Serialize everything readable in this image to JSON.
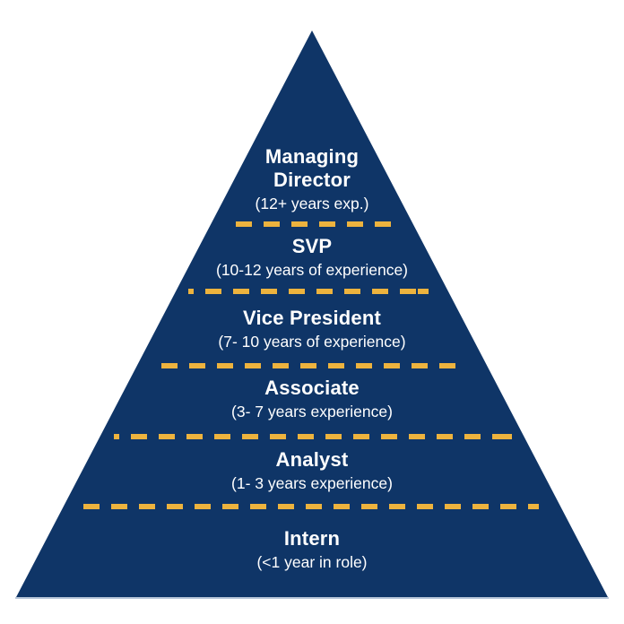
{
  "diagram": {
    "type": "pyramid",
    "subject": "career-hierarchy-levels",
    "levels": [
      {
        "title": "Managing Director",
        "subtitle": "(12+ years exp.)"
      },
      {
        "title": "SVP",
        "subtitle": "(10-12 years of experience)"
      },
      {
        "title": "Vice President",
        "subtitle": "(7- 10 years of experience)"
      },
      {
        "title": "Associate",
        "subtitle": "(3- 7 years experience)"
      },
      {
        "title": "Analyst",
        "subtitle": "(1- 3 years experience)"
      },
      {
        "title": "Intern",
        "subtitle": "(<1 year in role)"
      }
    ],
    "colors": {
      "pyramid": "#0F3567",
      "divider": "#EDB33E",
      "text": "#FFFFFF",
      "background": "#FFFFFF",
      "base_edge": "#B7C6D9"
    }
  }
}
